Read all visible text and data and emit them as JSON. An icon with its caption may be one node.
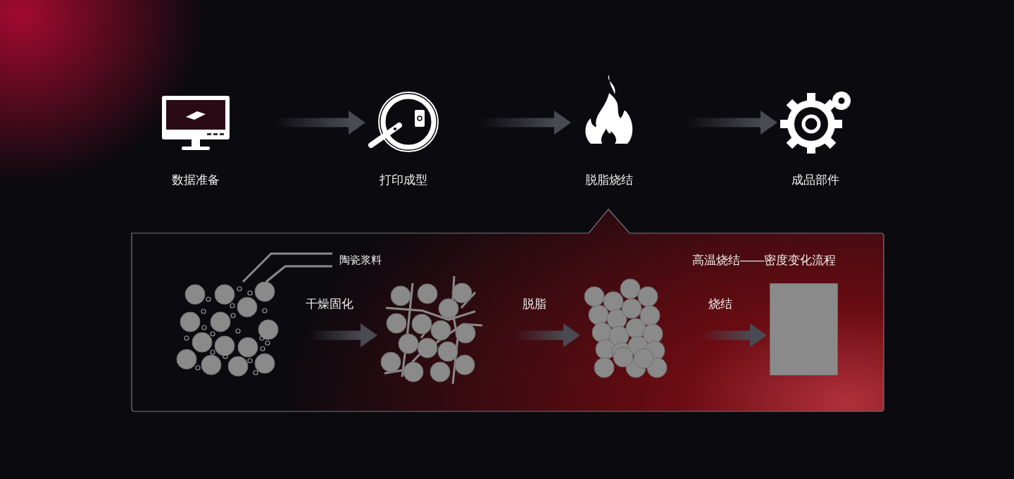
{
  "diagram": {
    "nodes": [
      {
        "text": [
          "数据准备"
        ]
      },
      {
        "text": [
          "打印成型"
        ]
      },
      {
        "text": [
          "脱脂烧结"
        ]
      },
      {
        "text": [
          "成品部件"
        ]
      },
      {
        "text": [
          "高温烧结——密度变化流程"
        ]
      },
      {
        "text": [],
        "shape": "picture",
        "in": 4
      },
      {
        "text": [],
        "shape": "picture",
        "in": 4
      },
      {
        "text": [],
        "shape": "picture",
        "in": 4
      },
      {
        "text": [],
        "shape": "box",
        "in": 4
      },
      {
        "text": [
          "陶瓷浆料"
        ],
        "in": 4
      }
    ],
    "edges": [
      {
        "from": 0,
        "to": 1,
        "arrow": "to"
      },
      {
        "from": 1,
        "to": 2,
        "arrow": "to"
      },
      {
        "from": 2,
        "to": 3,
        "arrow": "to"
      },
      {
        "from": 5,
        "to": 6,
        "arrow": "to",
        "label": "干燥固化"
      },
      {
        "from": 6,
        "to": 7,
        "arrow": "to",
        "label": "脱脂"
      },
      {
        "from": 7,
        "to": 8,
        "arrow": "to",
        "label": "烧结"
      },
      {
        "from": 9,
        "to": 5,
        "arrow": "none"
      },
      {
        "from": 9,
        "to": 5,
        "arrow": "none"
      }
    ]
  }
}
